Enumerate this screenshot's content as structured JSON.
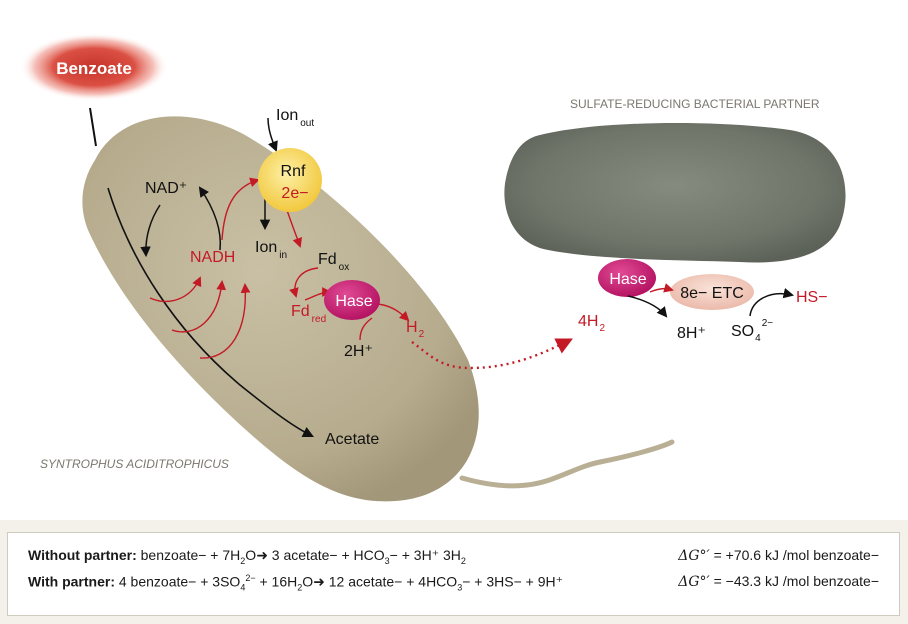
{
  "labels": {
    "benzoate": "Benzoate",
    "ion_out_main": "Ion",
    "ion_out_sub": "out",
    "rnf": "Rnf",
    "rnf_e": "2e−",
    "nad": "NAD⁺",
    "nadh": "NADH",
    "ion_in_main": "Ion",
    "ion_in_sub": "in",
    "fd_ox_main": "Fd",
    "fd_ox_sub": "ox",
    "fd_red_main": "Fd",
    "fd_red_sub": "red",
    "hase_left": "Hase",
    "h2_main": "H",
    "h2_sub": "2",
    "two_h": "2H⁺",
    "acetate": "Acetate",
    "organism_left": "SYNTROPHUS ACIDITROPHICUS",
    "organism_right": "SULFATE-REDUCING BACTERIAL PARTNER",
    "four_h2_main": "4H",
    "four_h2_sub": "2",
    "hase_right": "Hase",
    "etc": "8e− ETC",
    "eight_h": "8H⁺",
    "so4_main": "SO",
    "so4_sub": "4",
    "so4_sup": "2−",
    "hs": "HS−"
  },
  "equations": {
    "without": {
      "label": "Without partner:",
      "text_a": " benzoate− + 7H",
      "sub_a": "2",
      "text_b": "O",
      "arrow": "➜",
      "text_c": " 3 acetate− + HCO",
      "sub_c": "3",
      "text_d": "− + 3H⁺ 3H",
      "sub_d": "2",
      "dg_symbol": "ΔG°′",
      "dg_value": " = +70.6 kJ /mol benzoate−"
    },
    "with": {
      "label": "With partner:",
      "text_a": " 4 benzoate− + 3SO",
      "sub_a": "4",
      "sup_a": "2−",
      "text_b": " + 16H",
      "sub_b": "2",
      "text_c": "O",
      "arrow": "➜",
      "text_d": " 12 acetate− + 4HCO",
      "sub_d": "3",
      "text_e": "− + 3HS− + 9H⁺",
      "dg_symbol": "ΔG°′",
      "dg_value": " = −43.3 kJ /mol benzoate−"
    }
  },
  "colors": {
    "cell_body": "#b4a98a",
    "partner_cell": "#70766a",
    "red_arrows": "#c41a26",
    "rnf_yellow": "#f8d558",
    "hase_magenta": "#c0166d",
    "etc_pink": "#f3cfc2",
    "benzoate_glow": "#d5392c"
  }
}
